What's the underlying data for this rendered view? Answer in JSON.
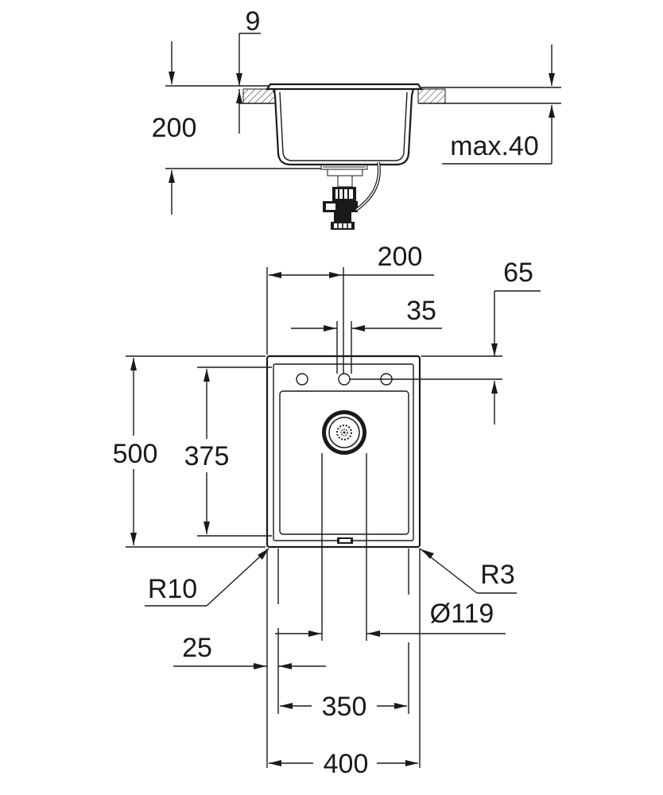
{
  "side_view": {
    "dims": {
      "worktop_thickness": "9",
      "depth": "200",
      "max_worktop": "max.40"
    }
  },
  "top_view": {
    "dims": {
      "tap_offset": "200",
      "tap_hole_diameter": "35",
      "tap_edge_distance": "65",
      "overall_depth": "500",
      "bowl_depth": "375",
      "outer_radius": "R10",
      "inner_radius": "R3",
      "drain_diameter": "Ø119",
      "rim_width": "25",
      "bowl_width": "350",
      "overall_width": "400"
    }
  }
}
